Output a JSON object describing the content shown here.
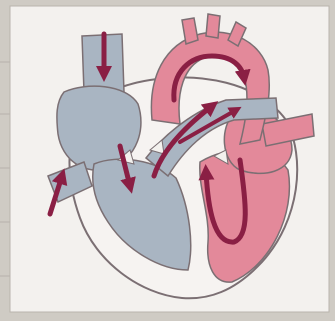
{
  "figure": {
    "labels": []
  },
  "colors": {
    "paper": "#f3f1ee",
    "notebook": "#cfcbc4",
    "deoxygenated_blood": "#a9b5c2",
    "oxygenated_blood": "#e3899a",
    "outline": "#7b6f73",
    "arrow": "#8a1f44"
  },
  "structures": [
    {
      "name": "superior-vena-cava",
      "blood": "deoxygenated"
    },
    {
      "name": "inferior-vena-cava",
      "blood": "deoxygenated"
    },
    {
      "name": "right-atrium",
      "blood": "deoxygenated"
    },
    {
      "name": "right-ventricle",
      "blood": "deoxygenated"
    },
    {
      "name": "pulmonary-artery",
      "blood": "deoxygenated"
    },
    {
      "name": "aorta",
      "blood": "oxygenated"
    },
    {
      "name": "left-atrium",
      "blood": "oxygenated"
    },
    {
      "name": "left-ventricle",
      "blood": "oxygenated"
    }
  ],
  "arrows": [
    {
      "name": "svc-inflow",
      "direction": "down"
    },
    {
      "name": "ivc-inflow",
      "direction": "up"
    },
    {
      "name": "atrium-to-ventricle",
      "direction": "down"
    },
    {
      "name": "right-ventricle-outflow",
      "direction": "up-right"
    },
    {
      "name": "aortic-arch-flow",
      "direction": "clockwise"
    },
    {
      "name": "left-ventricle-loop",
      "direction": "down-then-up"
    }
  ]
}
